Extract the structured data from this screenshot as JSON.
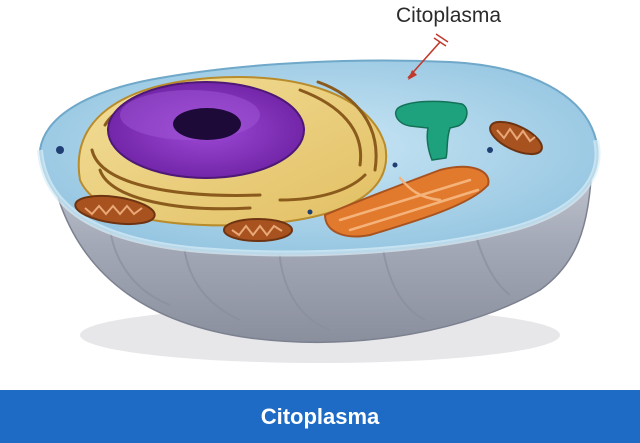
{
  "diagram": {
    "callout_label": "Citoplasma",
    "footer_title": "Citoplasma",
    "parts": [
      "cell-membrane",
      "cytoplasm",
      "nucleus",
      "nucleolus",
      "endoplasmic-reticulum",
      "golgi-apparatus",
      "mitochondrion"
    ]
  },
  "colors": {
    "footer": "#1d6bc5",
    "cytoplasm": "#a9d3ea",
    "nucleus": "#7e2fb5",
    "membrane": "#8f95a5",
    "golgi": "#1ea27e",
    "mitochondria": "#a8531f"
  }
}
